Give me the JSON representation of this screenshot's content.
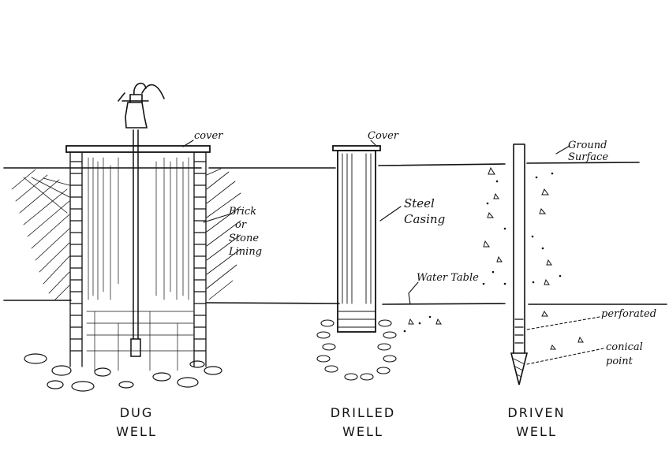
{
  "labels": {
    "dug_cover": "cover",
    "brick_lining": [
      "Brick",
      "or",
      "Stone",
      "Lining"
    ],
    "drilled_cover": "Cover",
    "steel_casing": [
      "Steel",
      "Casing"
    ],
    "water_table": "Water Table",
    "ground_surface": [
      "Ground",
      "Surface"
    ],
    "perforated": "perforated",
    "conical_point": [
      "conical",
      "point"
    ]
  },
  "captions": {
    "dug": [
      "DUG",
      "WELL"
    ],
    "drilled": [
      "DRILLED",
      "WELL"
    ],
    "driven": [
      "DRIVEN",
      "WELL"
    ]
  },
  "colors": {
    "ink": "#111111",
    "paper": "#ffffff"
  }
}
